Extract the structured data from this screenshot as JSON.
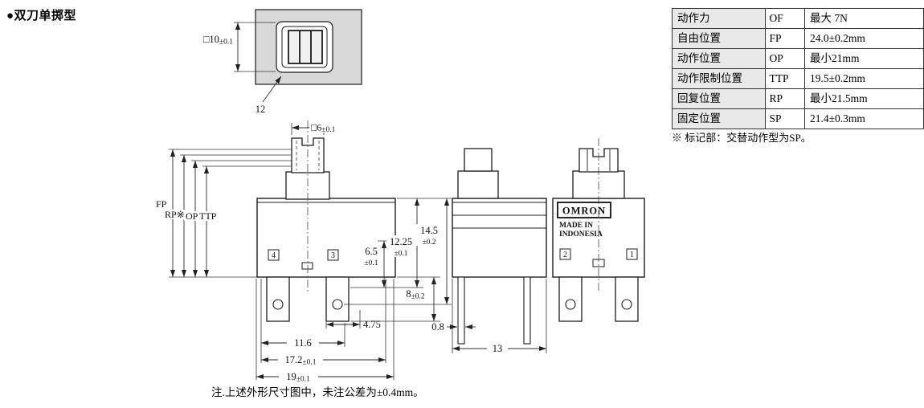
{
  "page": {
    "title": "●双刀单掷型",
    "bottom_note": "注.上述外形尺寸图中，未注公差为±0.4mm。"
  },
  "top_view": {
    "dim_square": "□10",
    "dim_square_tol": "±0.1",
    "dim_diagonal": "12"
  },
  "front_view": {
    "dim_button": "□6",
    "dim_button_tol": "±0.1",
    "label_fp": "FP",
    "label_rp": "RP※",
    "label_op": "OP",
    "label_ttp": "TTP",
    "dim_height_1": "14.5",
    "dim_height_1_tol": "±0.2",
    "dim_height_2": "12.25",
    "dim_height_2_tol": "±0.1",
    "dim_height_3": "6.5",
    "dim_height_3_tol": "±0.1",
    "dim_terminal_length": "8",
    "dim_terminal_length_tol": "±0.2",
    "dim_4_75": "4.75",
    "dim_11_6": "11.6",
    "dim_17_2": "17.2",
    "dim_17_2_tol": "±0.1",
    "dim_19": "19",
    "dim_19_tol": "±0.1",
    "terminal_4": "4",
    "terminal_3": "3"
  },
  "side_view": {
    "dim_0_8": "0.8",
    "dim_13": "13"
  },
  "back_view": {
    "brand": "OMRON",
    "made_in_line1": "MADE IN",
    "made_in_line2": "INDONESIA",
    "terminal_2": "2",
    "terminal_1": "1"
  },
  "spec_table": {
    "rows": [
      {
        "name": "动作力",
        "code": "OF",
        "value": "最大 7N"
      },
      {
        "name": "自由位置",
        "code": "FP",
        "value": "24.0±0.2mm"
      },
      {
        "name": "动作位置",
        "code": "OP",
        "value": "最小21mm"
      },
      {
        "name": "动作限制位置",
        "code": "TTP",
        "value": "19.5±0.2mm"
      },
      {
        "name": "回复位置",
        "code": "RP",
        "value": "最小21.5mm"
      },
      {
        "name": "固定位置",
        "code": "SP",
        "value": "21.4±0.3mm"
      }
    ],
    "note": "※ 标记部：交替动作型为SP。"
  }
}
